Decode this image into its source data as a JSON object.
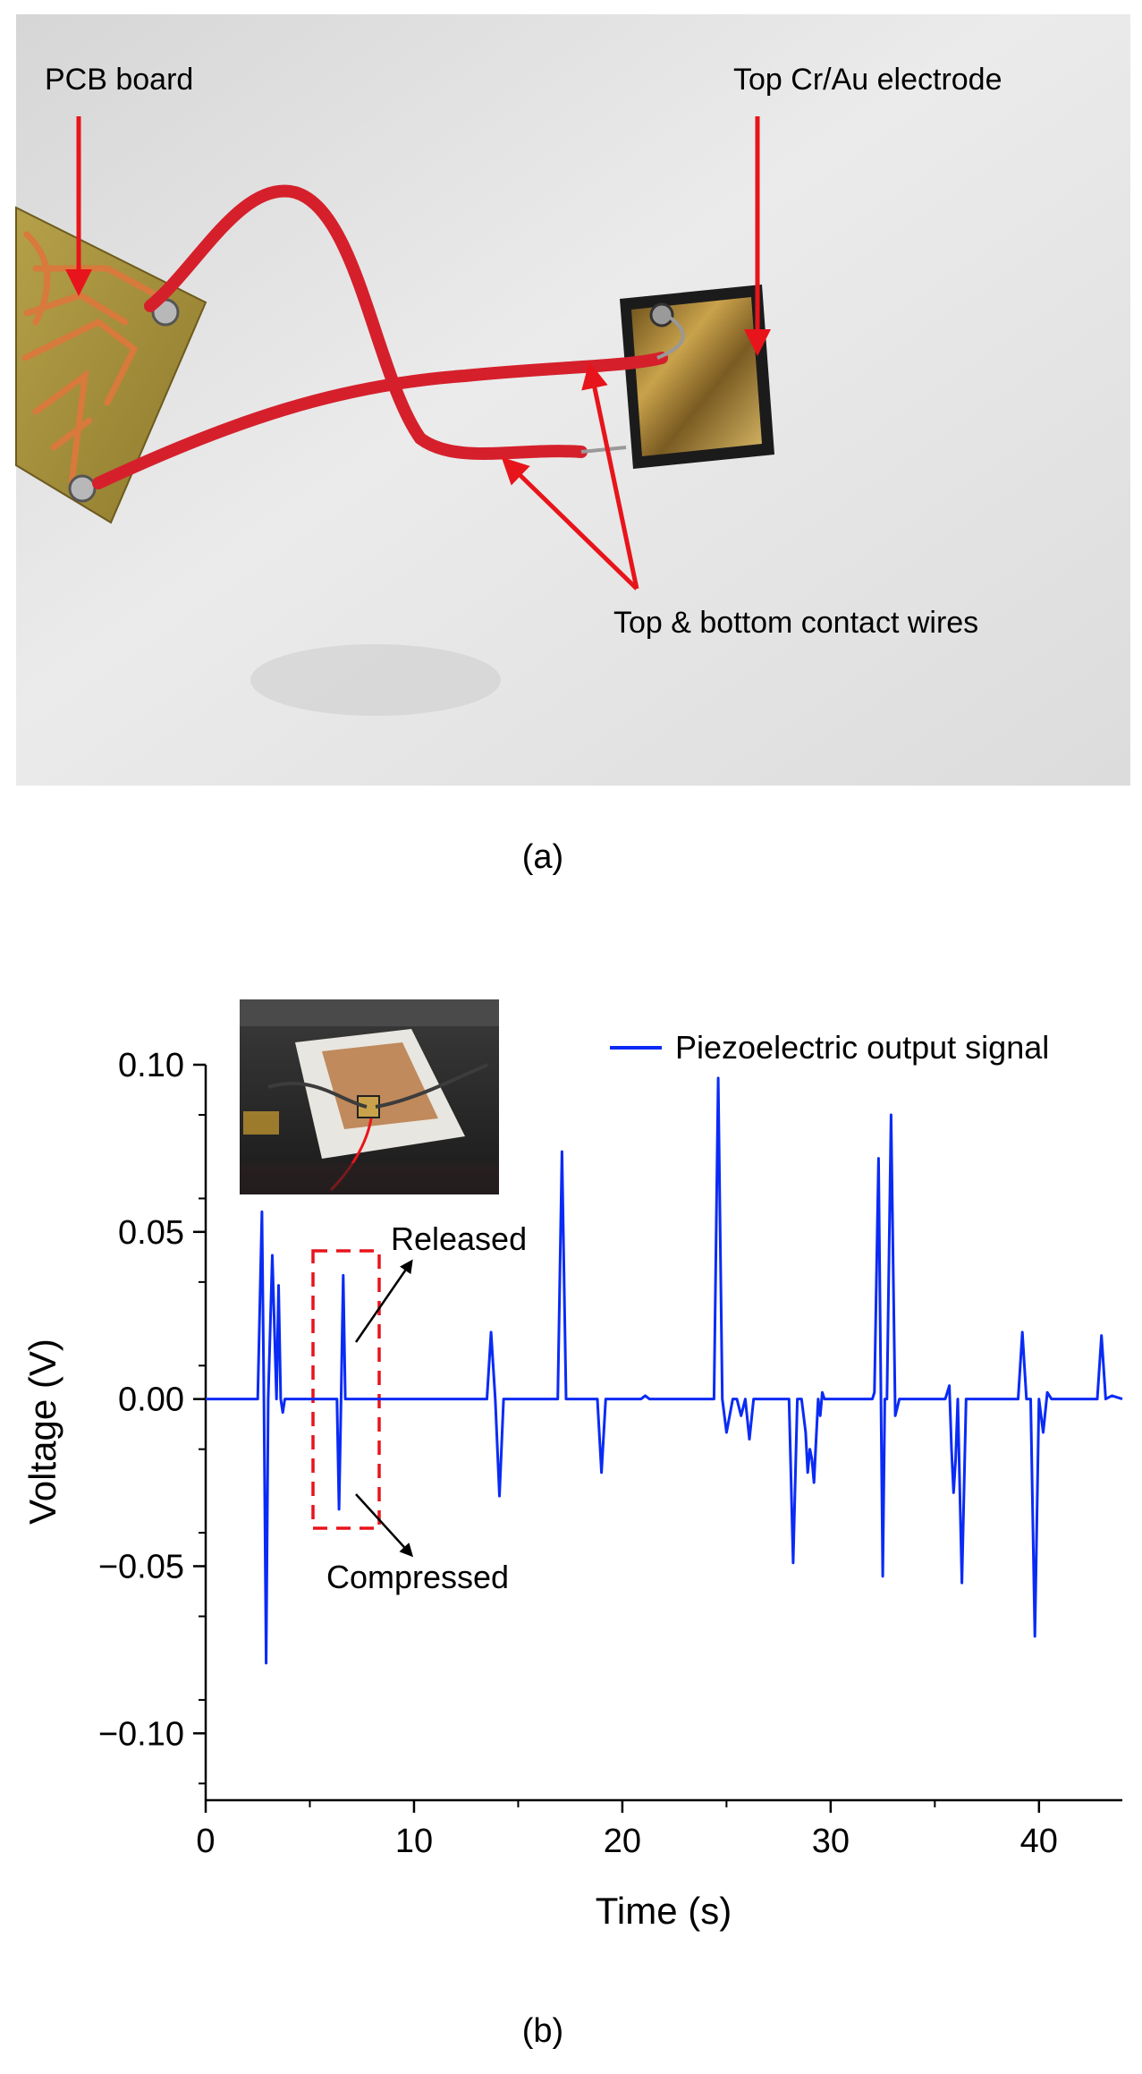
{
  "panel_a": {
    "caption": "(a)",
    "labels": {
      "pcb": "PCB board",
      "electrode": "Top Cr/Au electrode",
      "wires": "Top & bottom contact wires"
    },
    "colors": {
      "label_arrow": "#e8141b",
      "wire": "#d5202c",
      "wall": "#e4e4e4"
    }
  },
  "panel_b": {
    "caption": "(b)",
    "annotations": {
      "released": "Released",
      "compressed": "Compressed"
    },
    "colors": {
      "series": "#0a2bf5",
      "highlight_box": "#e8141b"
    }
  },
  "chart_data": {
    "type": "line",
    "xlabel": "Time (s)",
    "ylabel": "Voltage (V)",
    "xlim": [
      0,
      44
    ],
    "ylim": [
      -0.12,
      0.1
    ],
    "xticks": [
      0,
      10,
      20,
      30,
      40
    ],
    "xtick_labels": [
      "0",
      "10",
      "20",
      "30",
      "40"
    ],
    "yticks": [
      0.1,
      0.05,
      0.0,
      -0.05,
      -0.1
    ],
    "ytick_labels": [
      "0.10",
      "0.05",
      "0.00",
      "−0.05",
      "−0.10"
    ],
    "grid": false,
    "legend_position": "top-right",
    "series": [
      {
        "name": "Piezoelectric output signal",
        "color": "#0a2bf5",
        "x": [
          0,
          2.5,
          2.7,
          2.8,
          2.9,
          3.0,
          3.2,
          3.4,
          3.5,
          3.6,
          3.7,
          3.8,
          3.9,
          4.0,
          4.3,
          6.3,
          6.4,
          6.5,
          6.6,
          6.7,
          6.8,
          6.9,
          7.1,
          13.5,
          13.7,
          13.9,
          14.1,
          14.3,
          14.5,
          14.7,
          16.9,
          17.1,
          17.3,
          17.5,
          18.8,
          19.0,
          19.2,
          20.9,
          21.1,
          21.3,
          24.4,
          24.6,
          24.8,
          25.0,
          25.3,
          25.5,
          25.7,
          25.9,
          26.1,
          26.3,
          26.5,
          28.0,
          28.2,
          28.4,
          28.6,
          28.8,
          28.9,
          29.0,
          29.1,
          29.2,
          29.3,
          29.4,
          29.5,
          29.6,
          29.7,
          29.9,
          30.2,
          32.0,
          32.1,
          32.3,
          32.5,
          32.6,
          32.7,
          32.9,
          33.1,
          33.3,
          33.5,
          33.7,
          33.9,
          35.5,
          35.7,
          35.8,
          35.9,
          36.0,
          36.1,
          36.3,
          36.5,
          36.7,
          36.9,
          39.0,
          39.2,
          39.4,
          39.6,
          39.8,
          40.0,
          40.2,
          40.4,
          40.6,
          40.8,
          42.8,
          43.0,
          43.2,
          43.5,
          44.0
        ],
        "y": [
          0,
          0,
          0.056,
          -0.002,
          -0.079,
          0.0,
          0.043,
          0.0,
          0.034,
          0.0,
          -0.004,
          0.0,
          0.0,
          0.0,
          0.0,
          0.0,
          -0.033,
          0.0,
          0.037,
          0.0,
          0.0,
          0.0,
          0.0,
          0.0,
          0.02,
          0.0,
          -0.029,
          0.0,
          0.0,
          0.0,
          0.0,
          0.074,
          0.0,
          0.0,
          0.0,
          -0.022,
          0.0,
          0.0,
          0.001,
          0.0,
          0.0,
          0.096,
          0.0,
          -0.01,
          0.0,
          0.0,
          -0.005,
          0.0,
          -0.012,
          0.0,
          0.0,
          0.0,
          -0.049,
          0.0,
          0.0,
          -0.01,
          -0.022,
          -0.015,
          -0.018,
          -0.025,
          -0.012,
          0.0,
          -0.005,
          0.002,
          0.0,
          0.0,
          0.0,
          0.0,
          0.002,
          0.072,
          -0.053,
          0.0,
          0.0,
          0.085,
          -0.005,
          0.0,
          0.0,
          0.0,
          0.0,
          0.0,
          0.004,
          -0.015,
          -0.028,
          -0.018,
          0.0,
          -0.055,
          0.0,
          0.0,
          0.0,
          0.0,
          0.02,
          0.0,
          0.0,
          -0.071,
          0.0,
          -0.01,
          0.002,
          0.0,
          0.0,
          0.0,
          0.019,
          0.0,
          0.001,
          0.0
        ]
      }
    ]
  }
}
